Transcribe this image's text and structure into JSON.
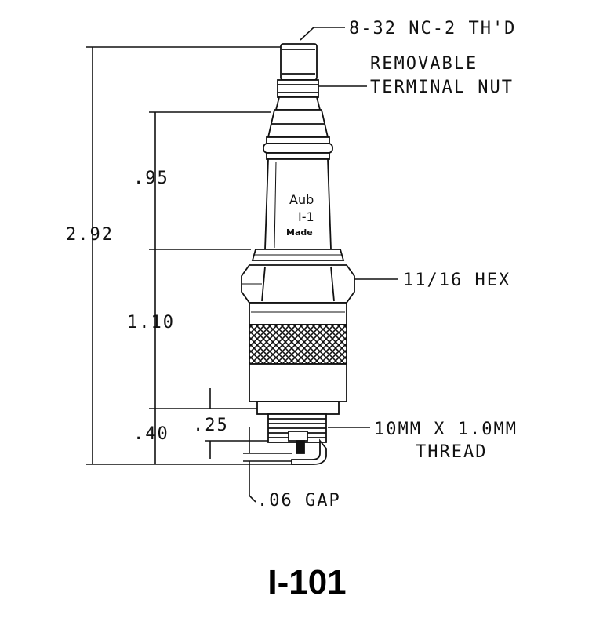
{
  "labels": {
    "thread_top": "8-32 NC-2 TH'D",
    "terminal_line1": "REMOVABLE",
    "terminal_line2": "TERMINAL NUT",
    "hex": "11/16 HEX",
    "thread_line1": "10MM X 1.0MM",
    "thread_line2": "THREAD",
    "gap": ".06 GAP"
  },
  "dimensions": {
    "overall": "2.92",
    "upper": ".95",
    "middle": "1.10",
    "lower": ".40",
    "reach": ".25"
  },
  "body_marking": {
    "line1": "Aub",
    "line2": "I-1",
    "line3": "Made"
  },
  "part_number": "I-101",
  "colors": {
    "ink": "#111111",
    "background": "#ffffff"
  }
}
